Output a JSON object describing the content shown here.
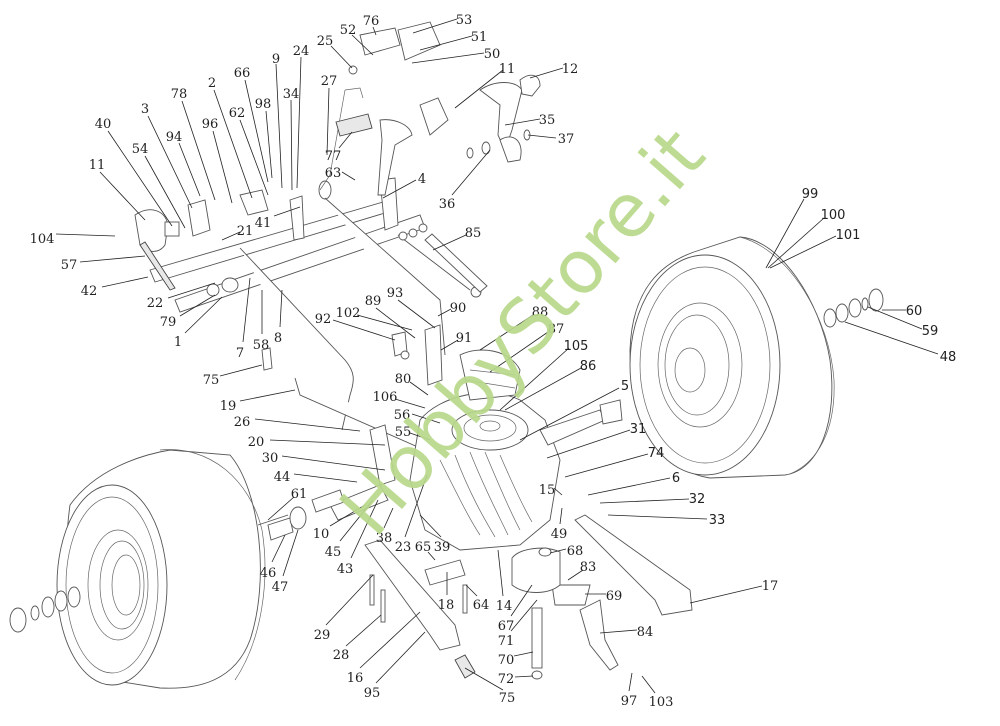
{
  "diagram": {
    "title": "Transmission / drive assembly exploded view",
    "watermark": "HobbyStore.it",
    "watermark_color": "#b9d98c",
    "callouts": [
      "1",
      "2",
      "3",
      "4",
      "5",
      "6",
      "7",
      "8",
      "9",
      "10",
      "11",
      "11",
      "12",
      "14",
      "15",
      "16",
      "17",
      "18",
      "19",
      "20",
      "21",
      "22",
      "23",
      "24",
      "25",
      "26",
      "27",
      "28",
      "29",
      "30",
      "31",
      "32",
      "33",
      "34",
      "35",
      "36",
      "37",
      "38",
      "39",
      "40",
      "41",
      "42",
      "43",
      "44",
      "45",
      "46",
      "47",
      "48",
      "49",
      "50",
      "51",
      "52",
      "53",
      "54",
      "55",
      "56",
      "57",
      "58",
      "59",
      "60",
      "61",
      "62",
      "63",
      "64",
      "65",
      "66",
      "67",
      "68",
      "69",
      "70",
      "71",
      "72",
      "74",
      "75",
      "75",
      "76",
      "77",
      "78",
      "79",
      "80",
      "83",
      "84",
      "85",
      "86",
      "87",
      "88",
      "89",
      "90",
      "91",
      "92",
      "93",
      "94",
      "95",
      "96",
      "97",
      "98",
      "99",
      "100",
      "101",
      "102",
      "103",
      "104",
      "105",
      "106"
    ]
  }
}
